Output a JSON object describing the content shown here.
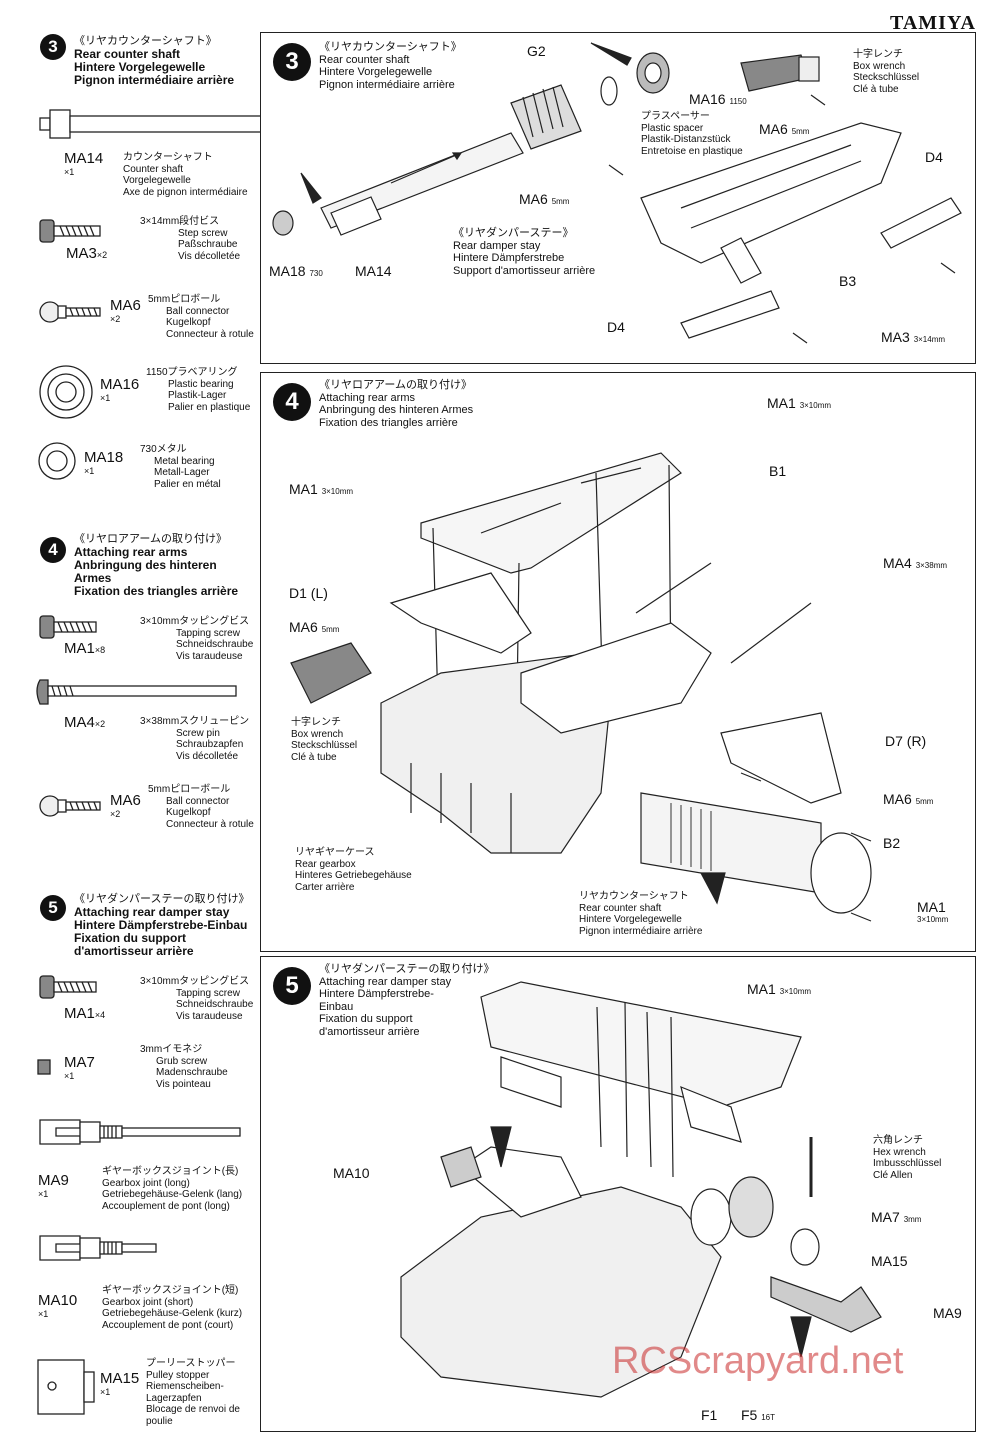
{
  "brand": "TAMIYA",
  "watermark": "RCScrapyard.net",
  "sidebar": {
    "step3": {
      "num": "3",
      "jp": "《リヤカウンターシャフト》",
      "en": "Rear counter shaft",
      "de": "Hintere Vorgelegewelle",
      "fr": "Pignon intermédiaire arrière",
      "parts": [
        {
          "code": "MA14",
          "qty": "×1",
          "jp": "カウンターシャフト",
          "l1": "Counter shaft",
          "l2": "Vorgelegewelle",
          "l3": "Axe de pignon intermédiaire"
        },
        {
          "code": "MA3",
          "qty": "×2",
          "jp": "3×14mm段付ビス",
          "l1": "Step screw",
          "l2": "Paßschraube",
          "l3": "Vis décolletée"
        },
        {
          "code": "MA6",
          "qty": "×2",
          "jp": "5mmピロボール",
          "l1": "Ball connector",
          "l2": "Kugelkopf",
          "l3": "Connecteur à rotule"
        },
        {
          "code": "MA16",
          "qty": "×1",
          "jp": "1150プラベアリング",
          "l1": "Plastic bearing",
          "l2": "Plastik-Lager",
          "l3": "Palier en plastique"
        },
        {
          "code": "MA18",
          "qty": "×1",
          "jp": "730メタル",
          "l1": "Metal bearing",
          "l2": "Metall-Lager",
          "l3": "Palier en métal"
        }
      ]
    },
    "step4": {
      "num": "4",
      "jp": "《リヤロアアームの取り付け》",
      "en": "Attaching rear arms",
      "de": "Anbringung des hinteren",
      "de2": "Armes",
      "fr": "Fixation des triangles arrière",
      "parts": [
        {
          "code": "MA1",
          "qty": "×8",
          "jp": "3×10mmタッピングビス",
          "l1": "Tapping screw",
          "l2": "Schneidschraube",
          "l3": "Vis taraudeuse"
        },
        {
          "code": "MA4",
          "qty": "×2",
          "jp": "3×38mmスクリューピン",
          "l1": "Screw pin",
          "l2": "Schraubzapfen",
          "l3": "Vis décolletée"
        },
        {
          "code": "MA6",
          "qty": "×2",
          "jp": "5mmピローボール",
          "l1": "Ball connector",
          "l2": "Kugelkopf",
          "l3": "Connecteur à rotule"
        }
      ]
    },
    "step5": {
      "num": "5",
      "jp": "《リヤダンパーステーの取り付け》",
      "en": "Attaching rear damper stay",
      "de": "Hintere Dämpferstrebe-Einbau",
      "fr": "Fixation du support",
      "fr2": "d'amortisseur arrière",
      "parts": [
        {
          "code": "MA1",
          "qty": "×4",
          "jp": "3×10mmタッピングビス",
          "l1": "Tapping screw",
          "l2": "Schneidschraube",
          "l3": "Vis taraudeuse"
        },
        {
          "code": "MA7",
          "qty": "×1",
          "jp": "3mmイモネジ",
          "l1": "Grub screw",
          "l2": "Madenschraube",
          "l3": "Vis pointeau"
        },
        {
          "code": "MA9",
          "qty": "×1",
          "jp": "ギヤーボックスジョイント(長)",
          "l1": "Gearbox joint (long)",
          "l2": "Getriebegehäuse-Gelenk (lang)",
          "l3": "Accouplement de pont (long)"
        },
        {
          "code": "MA10",
          "qty": "×1",
          "jp": "ギヤーボックスジョイント(短)",
          "l1": "Gearbox joint (short)",
          "l2": "Getriebegehäuse-Gelenk (kurz)",
          "l3": "Accouplement de pont (court)"
        },
        {
          "code": "MA15",
          "qty": "×1",
          "jp": "プーリーストッパー",
          "l1": "Pulley stopper",
          "l2": "Riemenscheiben-",
          "l3": "Lagerzapfen",
          "l4": "Blocage de renvoi de",
          "l5": "poulie"
        }
      ]
    }
  },
  "panel3": {
    "num": "3",
    "jp": "《リヤカウンターシャフト》",
    "en": "Rear counter shaft",
    "de": "Hintere Vorgelegewelle",
    "fr": "Pignon intermédiaire arrière",
    "labels": {
      "g2": "G2",
      "ma16": "MA16",
      "ma16_n": "1150",
      "spacer_jp": "プラスペーサー",
      "spacer_en": "Plastic spacer",
      "spacer_de": "Plastik-Distanzstück",
      "spacer_fr": "Entretoise en plastique",
      "wrench_jp": "十字レンチ",
      "wrench_en": "Box wrench",
      "wrench_de": "Steckschlüssel",
      "wrench_fr": "Clé à tube",
      "ma6a": "MA6",
      "ma6a_n": "5mm",
      "ma6b": "MA6",
      "ma6b_n": "5mm",
      "d4a": "D4",
      "d4b": "D4",
      "b3": "B3",
      "ma3": "MA3",
      "ma3_n": "3×14mm",
      "ma18": "MA18",
      "ma18_n": "730",
      "ma14": "MA14",
      "stay_jp": "《リヤダンパーステー》",
      "stay_en": "Rear damper stay",
      "stay_de": "Hintere Dämpferstrebe",
      "stay_fr": "Support d'amortisseur arrière"
    }
  },
  "panel4": {
    "num": "4",
    "jp": "《リヤロアアームの取り付け》",
    "en": "Attaching rear arms",
    "de": "Anbringung des hinteren Armes",
    "fr": "Fixation des triangles arrière",
    "labels": {
      "ma1a": "MA1",
      "ma1a_n": "3×10mm",
      "b1": "B1",
      "ma1b": "MA1",
      "ma1b_n": "3×10mm",
      "ma4": "MA4",
      "ma4_n": "3×38mm",
      "d1": "D1 (L)",
      "ma6a": "MA6",
      "ma6a_n": "5mm",
      "wrench_jp": "十字レンチ",
      "wrench_en": "Box wrench",
      "wrench_de": "Steckschlüssel",
      "wrench_fr": "Clé à tube",
      "d7": "D7 (R)",
      "ma6b": "MA6",
      "ma6b_n": "5mm",
      "b2": "B2",
      "ma1c": "MA1",
      "ma1c_n": "3×10mm",
      "gearbox_jp": "リヤギヤーケース",
      "gearbox_en": "Rear gearbox",
      "gearbox_de": "Hinteres Getriebegehäuse",
      "gearbox_fr": "Carter arrière",
      "shaft_jp": "リヤカウンターシャフト",
      "shaft_en": "Rear counter shaft",
      "shaft_de": "Hintere Vorgelegewelle",
      "shaft_fr": "Pignon intermédiaire arrière"
    }
  },
  "panel5": {
    "num": "5",
    "jp": "《リヤダンパーステーの取り付け》",
    "en": "Attaching rear damper stay",
    "de": "Hintere Dämpferstrebe-",
    "de2": "Einbau",
    "fr": "Fixation du support",
    "fr2": "d'amortisseur arrière",
    "labels": {
      "ma1": "MA1",
      "ma1_n": "3×10mm",
      "hex_jp": "六角レンチ",
      "hex_en": "Hex wrench",
      "hex_de": "Imbusschlüssel",
      "hex_fr": "Clé Allen",
      "ma10": "MA10",
      "ma7": "MA7",
      "ma7_n": "3mm",
      "ma15": "MA15",
      "ma9": "MA9",
      "f1": "F1",
      "f5": "F5",
      "f5_n": "16T"
    }
  }
}
